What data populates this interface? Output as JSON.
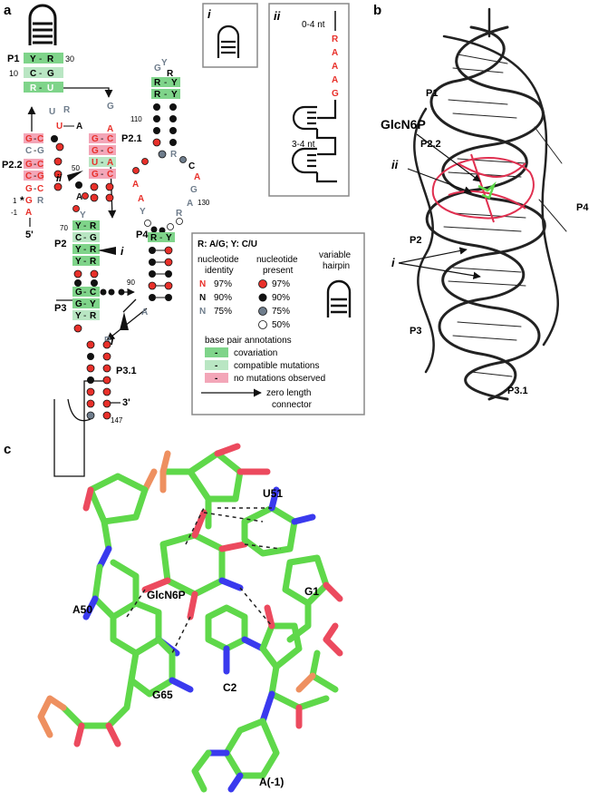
{
  "colors": {
    "red": "#e8302a",
    "black": "#111111",
    "gray": "#6f7d8c",
    "cov_green": "#7fd48a",
    "compat_green": "#b9e6c3",
    "pink": "#f3a6b8",
    "ligand_green": "#5fd84a",
    "oxygen": "#ec4a5e",
    "nitrogen": "#3a3aee",
    "phosphorus": "#ee9060",
    "gray_nt": "#8a8a8a"
  },
  "panels": {
    "a": "a",
    "b": "b",
    "c": "c"
  },
  "panel_a": {
    "stems": {
      "p1": "P1",
      "p2_2": "P2.2",
      "p2_1": "P2.1",
      "p2": "P2",
      "p3": "P3",
      "p3_1": "P3.1",
      "p4": "P4"
    },
    "positions": {
      "n30": "30",
      "n10": "10",
      "n110": "110",
      "n50": "50",
      "n130": "130",
      "n1": "1",
      "nm1": "-1",
      "n70": "70",
      "n90": "90",
      "n147": "147"
    },
    "ends": {
      "five": "5'",
      "three": "3'"
    },
    "asterisk": "*",
    "marks": {
      "i": "i",
      "ii": "ii"
    },
    "p1_pairs": [
      [
        "Y",
        "R"
      ],
      [
        "C",
        "G"
      ],
      [
        "R",
        "U"
      ]
    ],
    "p2_2_pairs": [
      [
        "G",
        "C"
      ],
      [
        "C",
        "G"
      ],
      [
        "G",
        "C"
      ],
      [
        "C",
        "G"
      ],
      [
        "G",
        "C"
      ]
    ],
    "p2_2_loop": [
      "U",
      "R",
      "U",
      "A"
    ],
    "p2_2_3p": [
      "G",
      "C",
      "R"
    ],
    "p2_2_5p": [
      "G",
      "A"
    ],
    "p2_1_pairs": [
      [
        "G",
        "C"
      ],
      [
        "G",
        "C"
      ],
      [
        "U",
        "A"
      ],
      [
        "G",
        "C"
      ]
    ],
    "p2_1_top": [
      "G",
      "A"
    ],
    "p2_pairs": [
      [
        "Y",
        "R"
      ],
      [
        "C",
        "G"
      ],
      [
        "Y",
        "R"
      ],
      [
        "Y",
        "R"
      ]
    ],
    "p2_bulge": [
      "A",
      "Y"
    ],
    "p3_pairs": [
      [
        "G",
        "C"
      ],
      [
        "G",
        "Y"
      ],
      [
        "Y",
        "R"
      ]
    ],
    "p3_extra": "A",
    "p3_r": "R",
    "p4_top": [
      "G",
      "Y",
      "R",
      "A"
    ],
    "p4_pairs": [
      [
        "R",
        "Y"
      ],
      [
        "R",
        "Y"
      ]
    ],
    "p4_r": "R",
    "junction": [
      "A",
      "C",
      "A",
      "G",
      "A",
      "A",
      "R",
      "A",
      "A",
      "Y"
    ]
  },
  "inset_i": {
    "label": "i"
  },
  "inset_ii": {
    "label": "ii",
    "top": "0-4 nt",
    "bottom": "3-4 nt",
    "seq": [
      "R",
      "A",
      "A",
      "A",
      "G"
    ]
  },
  "legend": {
    "title": "R: A/G; Y: C/U",
    "col1": [
      "nucleotide",
      "identity"
    ],
    "col2": [
      "nucleotide",
      "present"
    ],
    "col3": [
      "variable",
      "hairpin"
    ],
    "identity": [
      {
        "letter": "N",
        "pct": "97%"
      },
      {
        "letter": "N",
        "pct": "90%"
      },
      {
        "letter": "N",
        "pct": "75%"
      }
    ],
    "present": [
      "97%",
      "90%",
      "75%",
      "50%"
    ],
    "bp_title": "base pair annotations",
    "bp": [
      {
        "sym": "-",
        "label": "covariation"
      },
      {
        "sym": "-",
        "label": "compatible mutations"
      },
      {
        "sym": "-",
        "label": "no mutations observed"
      }
    ],
    "connector": [
      "zero length",
      "connector"
    ]
  },
  "panel_b": {
    "labels": {
      "p1": "P1",
      "p2_2": "P2.2",
      "glcn6p": "GlcN6P",
      "ii": "ii",
      "p2": "P2",
      "p4": "P4",
      "i": "i",
      "p3": "P3",
      "p3_1": "P3.1"
    }
  },
  "panel_c": {
    "labels": {
      "u51": "U51",
      "glcn6p": "GlcN6P",
      "a50": "A50",
      "g1": "G1",
      "g65": "G65",
      "c2": "C2",
      "am1": "A(-1)"
    }
  }
}
